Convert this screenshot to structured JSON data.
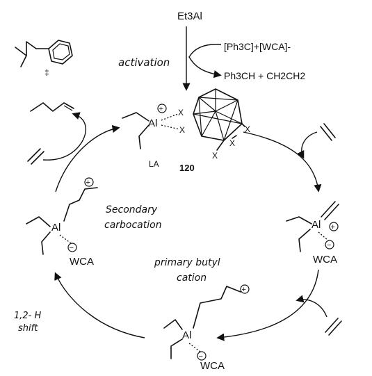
{
  "reagents": {
    "activator": "Et3Al",
    "trityl_salt": "[Ph3C]+[WCA]-",
    "byproducts": "Ph3CH + CH2CH2",
    "activation_label": "activation"
  },
  "catalyst": {
    "label_la": "LA",
    "number": "120",
    "al": "Al",
    "charge": "+",
    "x_label": "X"
  },
  "intermediates": {
    "al": "Al",
    "wca": "WCA",
    "plus": "+",
    "minus": "−"
  },
  "labels": {
    "secondary_carbocation": [
      "Secondary",
      "carbocation"
    ],
    "primary_butyl_cation": [
      "primary butyl",
      "cation"
    ],
    "hydride_shift": [
      "1,2- H",
      "shift"
    ],
    "double_dagger": "‡"
  }
}
